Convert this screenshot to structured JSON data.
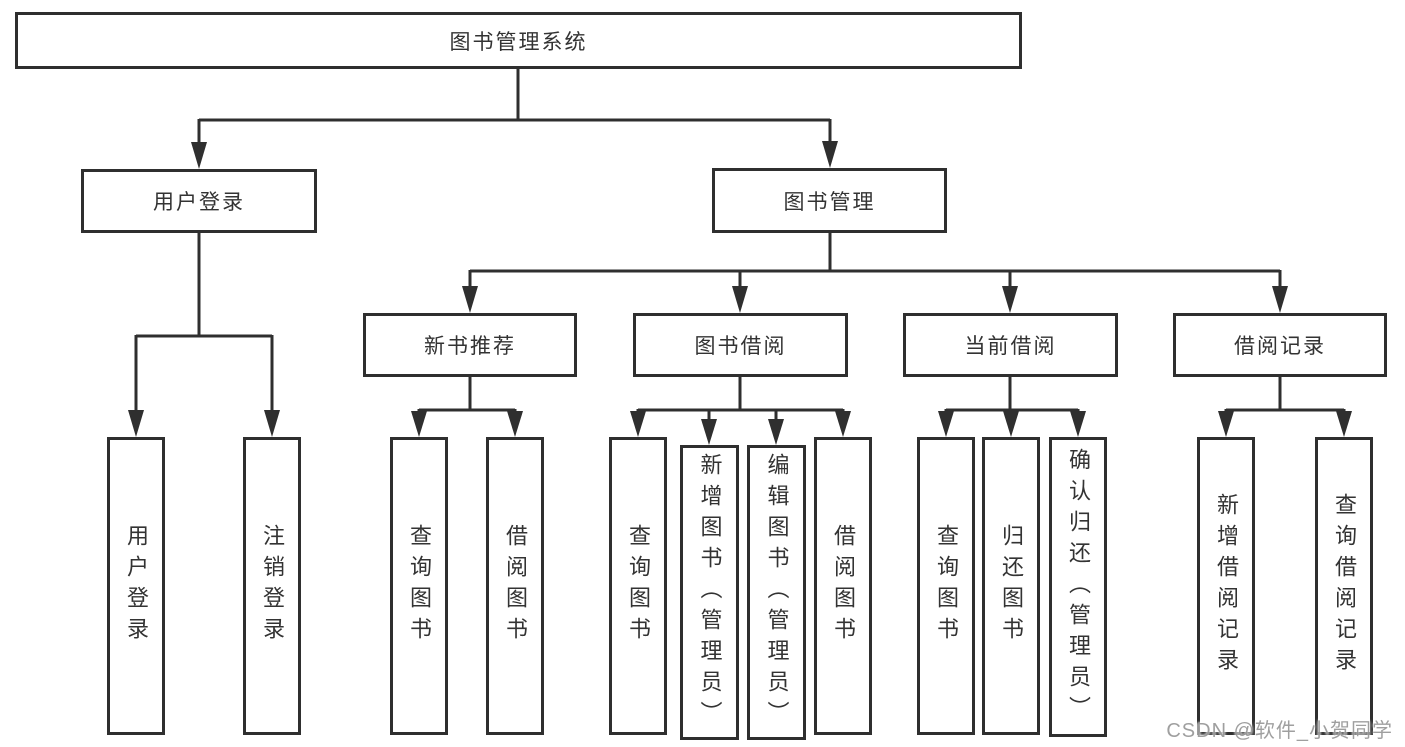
{
  "diagram": {
    "type": "hierarchy-tree",
    "title": "图书管理系统",
    "root": {
      "label": "图书管理系统",
      "children": [
        {
          "label": "用户登录",
          "children": [
            {
              "label": "用户登录"
            },
            {
              "label": "注销登录"
            }
          ]
        },
        {
          "label": "图书管理",
          "children": [
            {
              "label": "新书推荐",
              "children": [
                {
                  "label": "查询图书"
                },
                {
                  "label": "借阅图书"
                }
              ]
            },
            {
              "label": "图书借阅",
              "children": [
                {
                  "label": "查询图书"
                },
                {
                  "label": "新增图书（管理员）"
                },
                {
                  "label": "编辑图书（管理员）"
                },
                {
                  "label": "借阅图书"
                }
              ]
            },
            {
              "label": "当前借阅",
              "children": [
                {
                  "label": "查询图书"
                },
                {
                  "label": "归还图书"
                },
                {
                  "label": "确认归还（管理员）"
                }
              ]
            },
            {
              "label": "借阅记录",
              "children": [
                {
                  "label": "新增借阅记录"
                },
                {
                  "label": "查询借阅记录"
                }
              ]
            }
          ]
        }
      ]
    }
  },
  "watermark": {
    "text": "CSDN @软件_小贺同学",
    "color": "#8e8e8e"
  },
  "style": {
    "line_color": "#2f2f2f",
    "box_border_color": "#2f2f2f",
    "box_background": "#ffffff",
    "text_color": "#333333",
    "page_background": "#ffffff"
  }
}
